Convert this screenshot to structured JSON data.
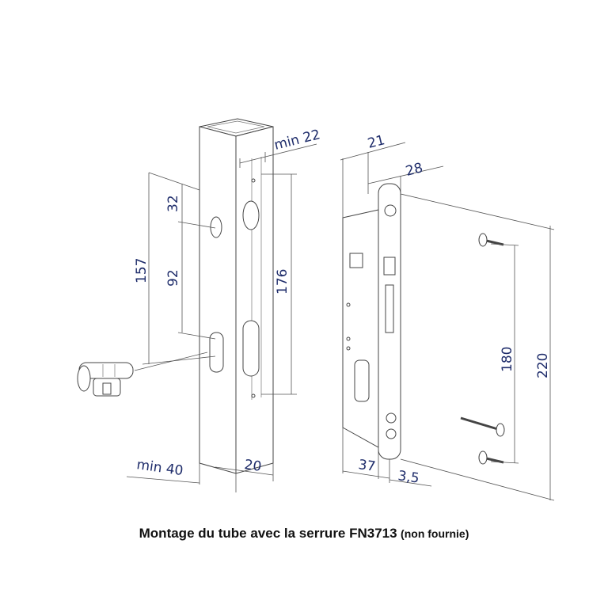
{
  "dimensions": {
    "min22": "min 22",
    "d21": "21",
    "d28": "28",
    "d32": "32",
    "d157": "157",
    "d92": "92",
    "d176": "176",
    "d180": "180",
    "d220": "220",
    "min40": "min 40",
    "d20": "20",
    "d37": "37",
    "d3_5": "3,5"
  },
  "caption": {
    "main": "Montage du tube avec la serrure  FN3713",
    "sub": "(non fournie)"
  },
  "colors": {
    "dimension_text": "#1f2d6b",
    "line": "#555555"
  }
}
